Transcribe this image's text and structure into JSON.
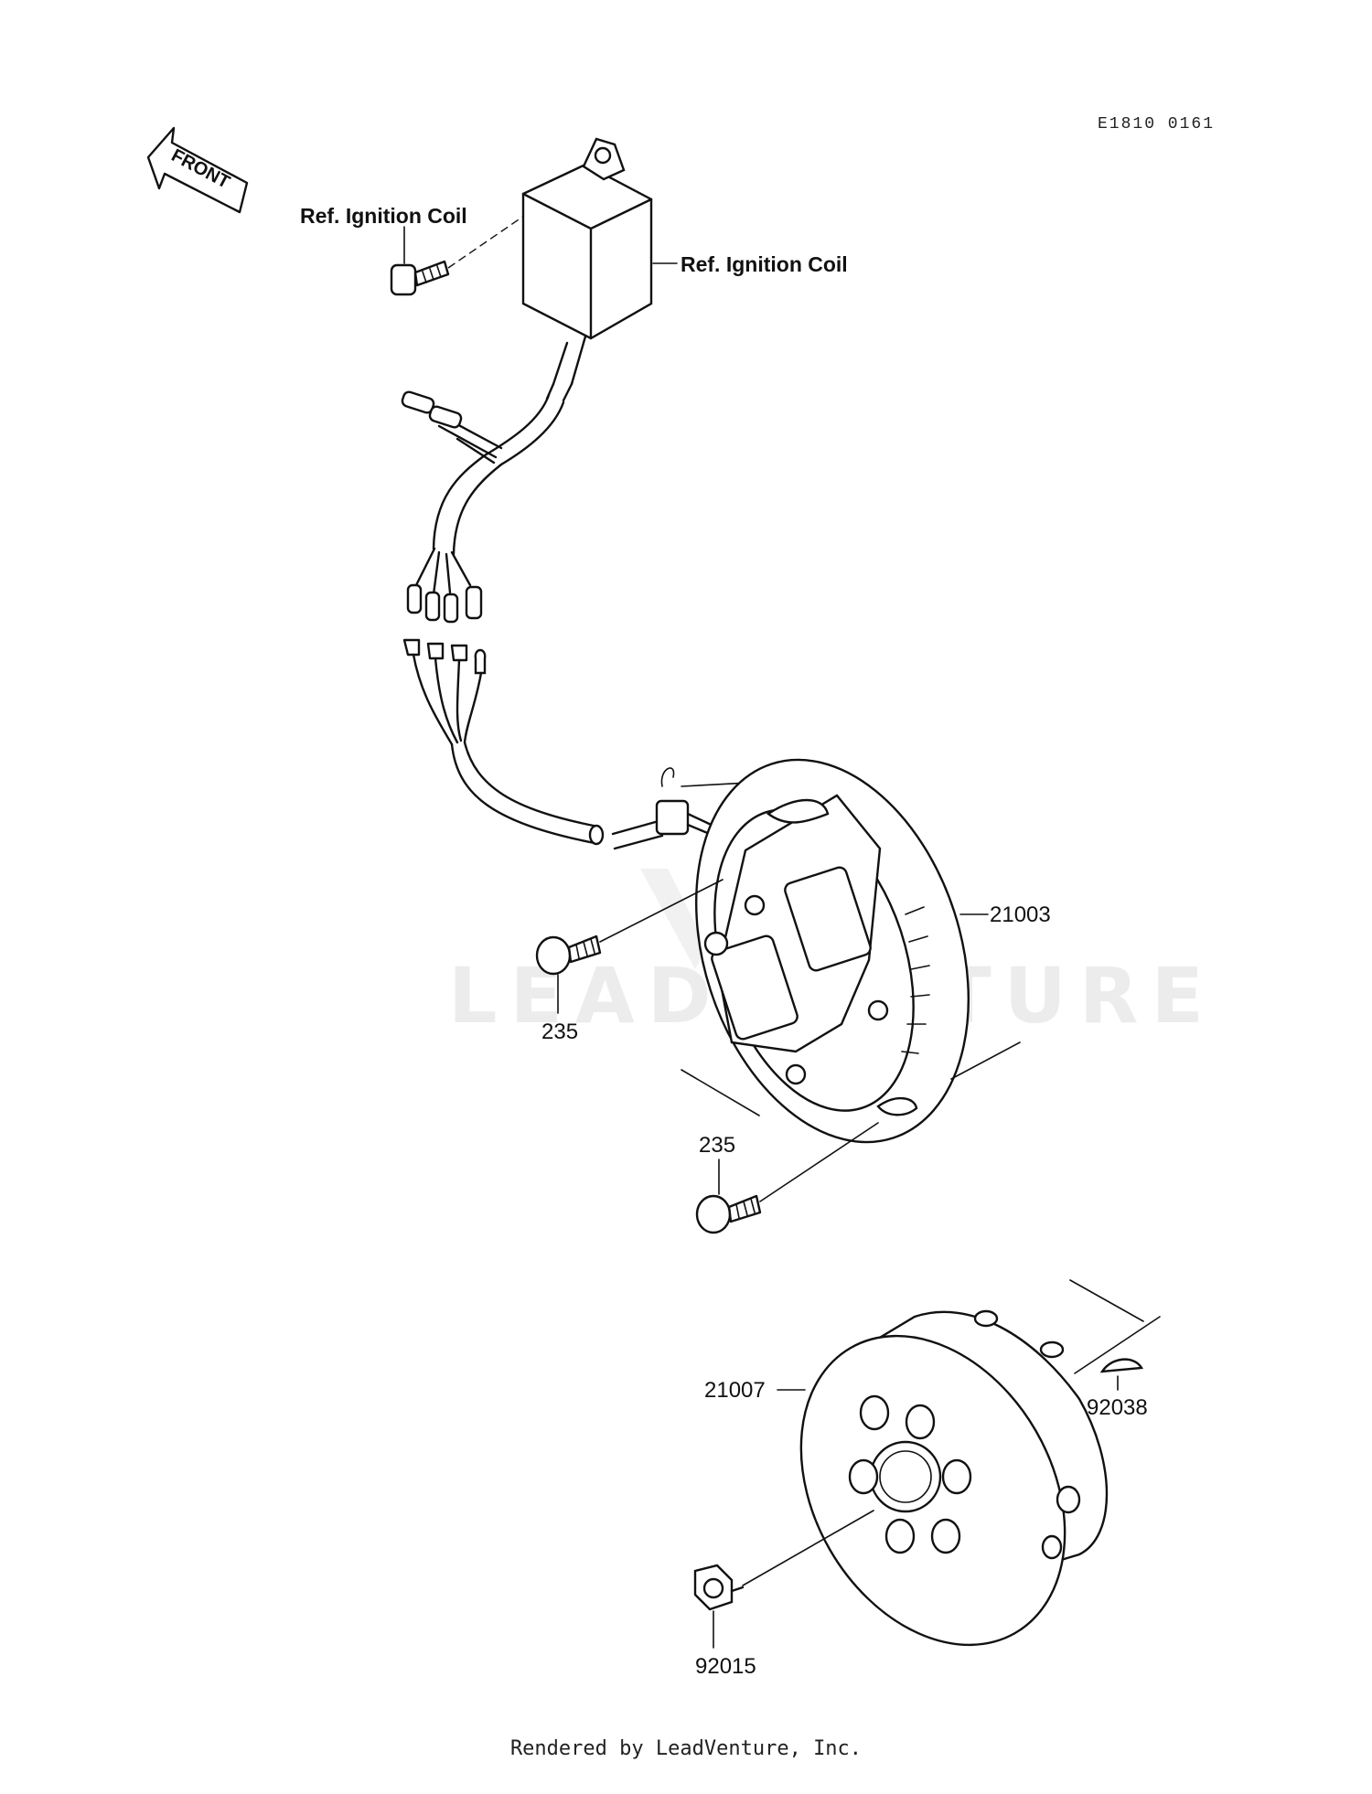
{
  "diagram_code": "E1810 0161",
  "front_arrow_text": "FRONT",
  "watermark": "LEADVENTURE",
  "labels": {
    "ignition_coil_bolt": "Ref. Ignition Coil",
    "ignition_coil": "Ref. Ignition Coil",
    "stator": "21003",
    "screw_upper": "235",
    "screw_lower": "235",
    "flywheel": "21007",
    "woodruff_key": "92038",
    "flywheel_nut": "92015"
  },
  "footer": "Rendered by LeadVenture, Inc."
}
